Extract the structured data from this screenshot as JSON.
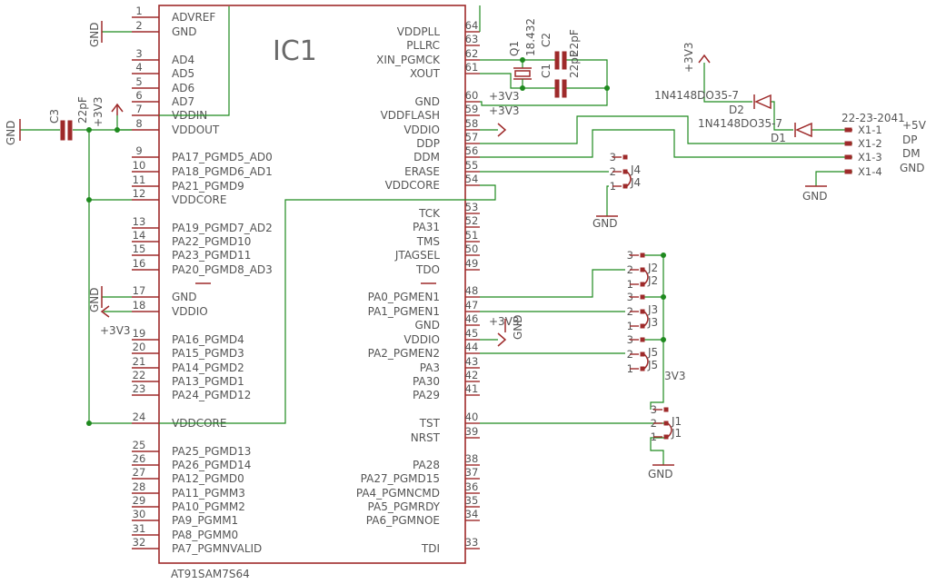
{
  "ic": {
    "ref": "IC1",
    "part": "AT91SAM7S64",
    "left_pins": [
      {
        "num": "1",
        "name": "ADVREF"
      },
      {
        "num": "2",
        "name": "GND"
      },
      {
        "num": "3",
        "name": "AD4"
      },
      {
        "num": "4",
        "name": "AD5"
      },
      {
        "num": "5",
        "name": "AD6"
      },
      {
        "num": "6",
        "name": "AD7"
      },
      {
        "num": "7",
        "name": "VDDIN"
      },
      {
        "num": "8",
        "name": "VDDOUT"
      },
      {
        "num": "9",
        "name": "PA17_PGMD5_AD0"
      },
      {
        "num": "10",
        "name": "PA18_PGMD6_AD1"
      },
      {
        "num": "11",
        "name": "PA21_PGMD9"
      },
      {
        "num": "12",
        "name": "VDDCORE"
      },
      {
        "num": "13",
        "name": "PA19_PGMD7_AD2"
      },
      {
        "num": "14",
        "name": "PA22_PGMD10"
      },
      {
        "num": "15",
        "name": "PA23_PGMD11"
      },
      {
        "num": "16",
        "name": "PA20_PGMD8_AD3"
      },
      {
        "num": "17",
        "name": "GND"
      },
      {
        "num": "18",
        "name": "VDDIO"
      },
      {
        "num": "19",
        "name": "PA16_PGMD4"
      },
      {
        "num": "20",
        "name": "PA15_PGMD3"
      },
      {
        "num": "21",
        "name": "PA14_PGMD2"
      },
      {
        "num": "22",
        "name": "PA13_PGMD1"
      },
      {
        "num": "23",
        "name": "PA24_PGMD12"
      },
      {
        "num": "24",
        "name": "VDDCORE"
      },
      {
        "num": "25",
        "name": "PA25_PGMD13"
      },
      {
        "num": "26",
        "name": "PA26_PGMD14"
      },
      {
        "num": "27",
        "name": "PA12_PGMD0"
      },
      {
        "num": "28",
        "name": "PA11_PGMM3"
      },
      {
        "num": "29",
        "name": "PA10_PGMM2"
      },
      {
        "num": "30",
        "name": "PA9_PGMM1"
      },
      {
        "num": "31",
        "name": "PA8_PGMM0"
      },
      {
        "num": "32",
        "name": "PA7_PGMNVALID"
      }
    ],
    "right_pins": [
      {
        "num": "64",
        "name": "VDDPLL"
      },
      {
        "num": "63",
        "name": "PLLRC"
      },
      {
        "num": "62",
        "name": "XIN_PGMCK"
      },
      {
        "num": "61",
        "name": "XOUT"
      },
      {
        "num": "60",
        "name": "GND"
      },
      {
        "num": "59",
        "name": "VDDFLASH"
      },
      {
        "num": "58",
        "name": "VDDIO"
      },
      {
        "num": "57",
        "name": "DDP"
      },
      {
        "num": "56",
        "name": "DDM"
      },
      {
        "num": "55",
        "name": "ERASE"
      },
      {
        "num": "54",
        "name": "VDDCORE"
      },
      {
        "num": "53",
        "name": "TCK"
      },
      {
        "num": "52",
        "name": "PA31"
      },
      {
        "num": "51",
        "name": "TMS"
      },
      {
        "num": "50",
        "name": "JTAGSEL"
      },
      {
        "num": "49",
        "name": "TDO"
      },
      {
        "num": "48",
        "name": "PA0_PGMEN1"
      },
      {
        "num": "47",
        "name": "PA1_PGMEN1"
      },
      {
        "num": "46",
        "name": "GND"
      },
      {
        "num": "45",
        "name": "VDDIO"
      },
      {
        "num": "44",
        "name": "PA2_PGMEN2"
      },
      {
        "num": "43",
        "name": "PA3"
      },
      {
        "num": "42",
        "name": "PA30"
      },
      {
        "num": "41",
        "name": "PA29"
      },
      {
        "num": "40",
        "name": "TST"
      },
      {
        "num": "39",
        "name": "NRST"
      },
      {
        "num": "38",
        "name": "PA28"
      },
      {
        "num": "37",
        "name": "PA27_PGMD15"
      },
      {
        "num": "36",
        "name": "PA4_PGMNCMD"
      },
      {
        "num": "35",
        "name": "PA5_PGMRDY"
      },
      {
        "num": "34",
        "name": "PA6_PGMNOE"
      },
      {
        "num": "33",
        "name": "TDI"
      }
    ]
  },
  "labels": {
    "gnd": "GND",
    "v33": "+3V3",
    "v33_plain": "3V3",
    "c3_ref": "C3",
    "c3_val": "22pF",
    "q1_ref": "Q1",
    "q1_val": "18.432",
    "c2_ref": "C2",
    "c2_val": "22pF",
    "c1_ref": "C1",
    "c1_val": "22pF",
    "d1_ref": "D1",
    "d1_val": "1N4148DO35-7",
    "d2_ref": "D2",
    "d2_val": "1N4148DO35-7",
    "conn_part": "22-23-2041",
    "j1": "J1",
    "j2": "J2",
    "j3": "J3",
    "j4": "J4",
    "j5": "J5",
    "jp1": "1",
    "jp2": "2",
    "jp3": "3"
  },
  "connector": {
    "pins": [
      "X1-1",
      "X1-2",
      "X1-3",
      "X1-4"
    ],
    "signals": [
      "+5V",
      "DP",
      "DM",
      "GND"
    ]
  }
}
